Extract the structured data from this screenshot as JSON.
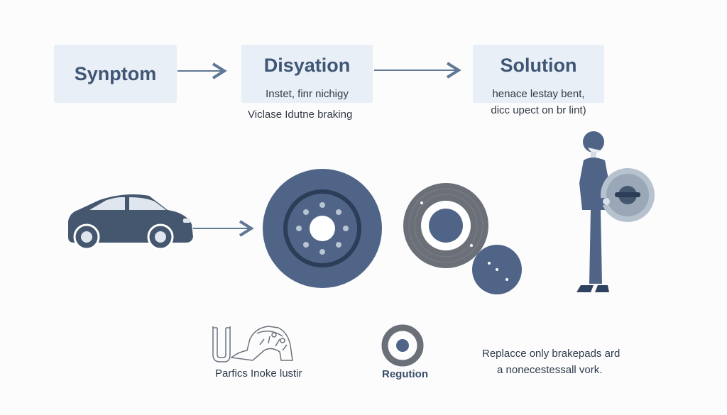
{
  "stages": [
    {
      "title": "Synptom",
      "lines": []
    },
    {
      "title": "Disyation",
      "lines": [
        "Instet, finr nichigy",
        "Viclase Idutne braking"
      ]
    },
    {
      "title": "Solution",
      "lines": [
        "henace lestay bent,",
        "dicc upect on br lint)"
      ]
    }
  ],
  "bottom": {
    "parts_label": "Parfics Inoke lustir",
    "regution_label": "Regution",
    "replace_lines": [
      "Replacce only brakepads ard",
      "a nonecestessall vork."
    ]
  },
  "colors": {
    "box_fill": "#e9eff6",
    "box_text": "#3f5675",
    "accent_dark": "#4f6487",
    "accent_gray": "#6b6f77",
    "arrow": "#5f7893"
  },
  "icons": [
    "car-icon",
    "brake-rotor-icon",
    "worn-rotor-icon",
    "mechanic-icon",
    "caliper-sketch-icon",
    "ring-icon"
  ]
}
